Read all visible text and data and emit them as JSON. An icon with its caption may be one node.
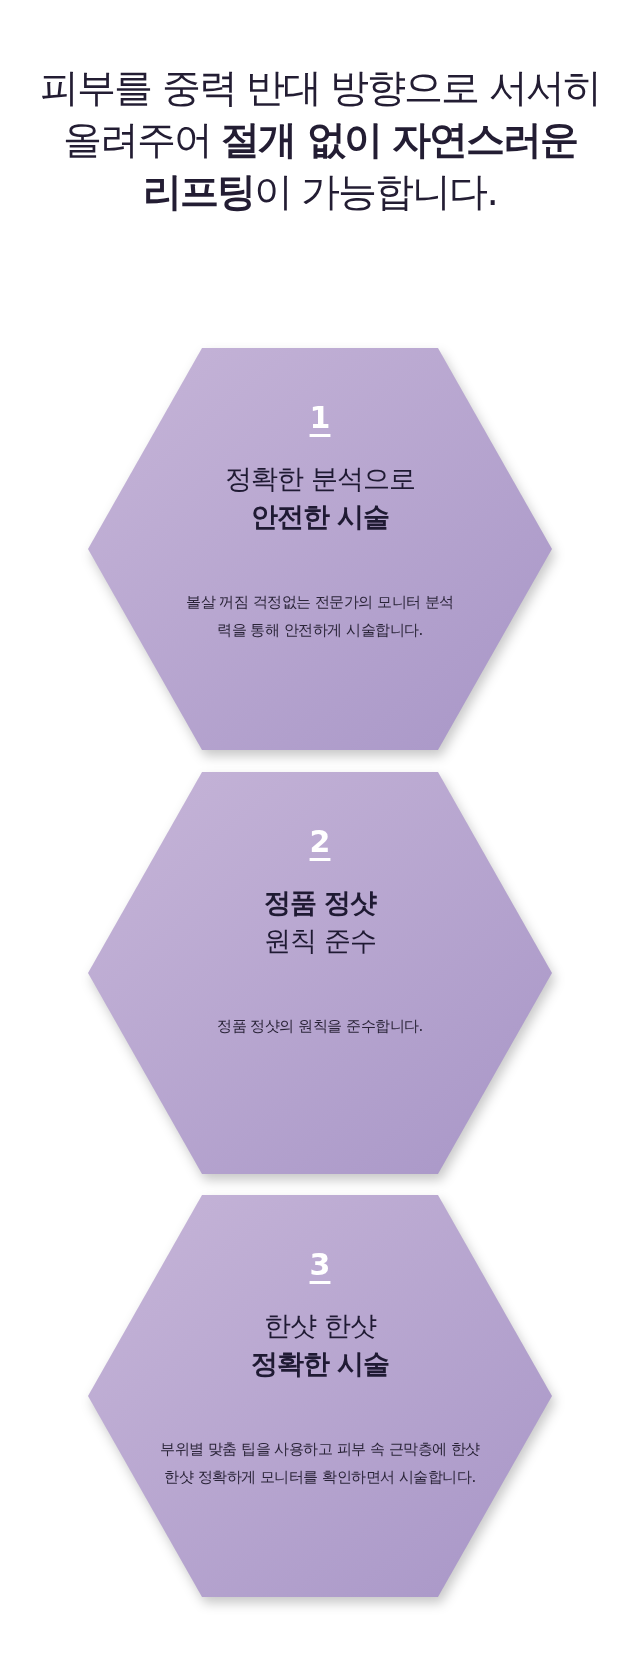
{
  "diagram": {
    "title": "피부를 중력 반대 방향으로 서서히 올려주어 **절개 없이 자연스러운 리프팅**이 가능합니다.",
    "nodes": [
      {
        "text": [
          "1",
          "정확한 분석으로 **안전한 시술**",
          "볼살 꺼짐 걱정없는 전문가의 모니터 분석력을 통해 안전하게 시술합니다."
        ]
      },
      {
        "text": [
          "2",
          "**정품 정샷** 원칙 준수",
          "정품 정샷의 원칙을 준수합니다."
        ]
      },
      {
        "text": [
          "3",
          "한샷 한샷 **정확한 시술**",
          "부위별 맞춤 팁을 사용하고 피부 속 근막층에 한샷 한샷 정확하게 모니터를 확인하면서 시술합니다."
        ]
      }
    ]
  }
}
